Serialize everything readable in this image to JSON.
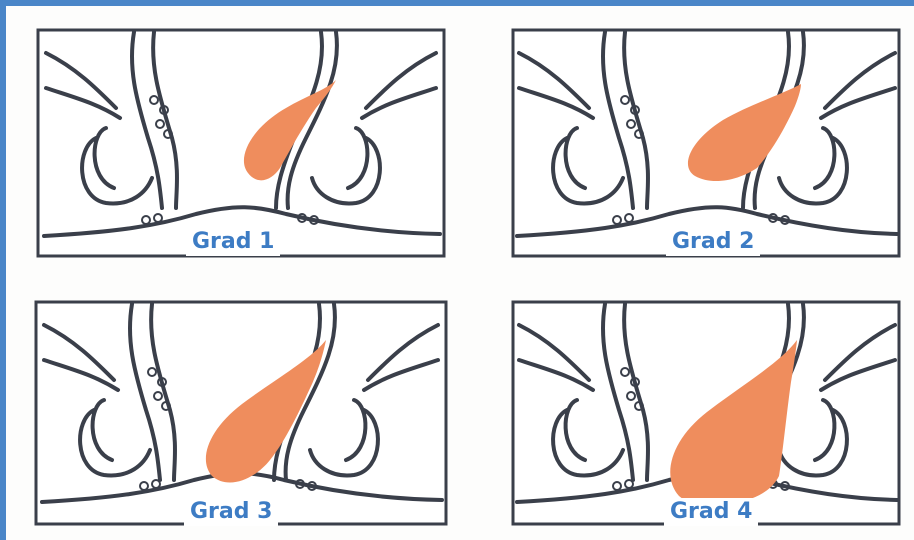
{
  "panels": [
    {
      "label": "Grad 1"
    },
    {
      "label": "Grad 2"
    },
    {
      "label": "Grad 3"
    },
    {
      "label": "Grad 4"
    }
  ],
  "colors": {
    "border": "#4a86c8",
    "label": "#3d7cc4",
    "hemorrhoid": "#ef8d5d",
    "ink": "#3a3f4a"
  }
}
